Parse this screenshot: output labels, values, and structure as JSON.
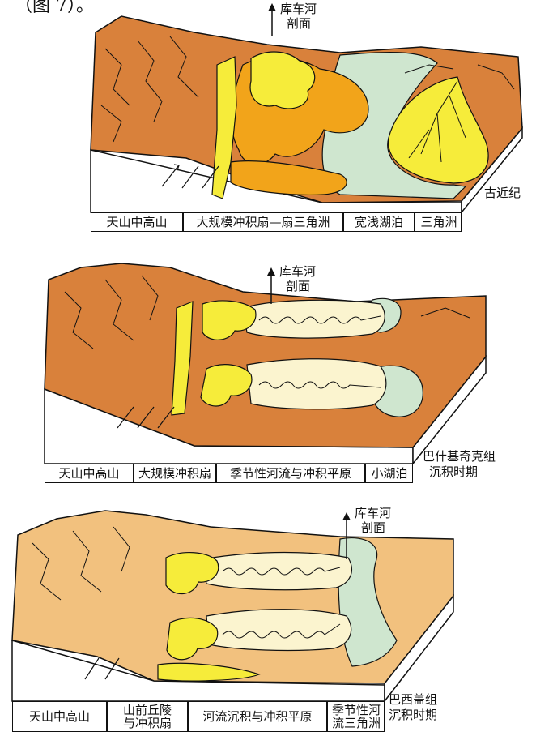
{
  "header": {
    "fragment": "（图 7）。"
  },
  "panels": [
    {
      "section_label": "库车河",
      "section_label2": "剖面",
      "age_label": "古近纪",
      "zones": [
        "天山中高山",
        "大规模冲积扇—扇三角洲",
        "宽浅湖泊",
        "三角洲"
      ]
    },
    {
      "section_label": "库车河",
      "section_label2": "剖面",
      "age_label": "巴什基奇克组",
      "age_label2": "沉积时期",
      "zones": [
        "天山中高山",
        "大规模冲积扇",
        "季节性河流与冲积平原",
        "小湖泊"
      ]
    },
    {
      "section_label": "库车河",
      "section_label2": "剖面",
      "age_label": "巴西盖组",
      "age_label2": "沉积时期",
      "zones": [
        "天山中高山",
        "山前丘陵",
        "与冲积扇",
        "河流沉积与冲积平原",
        "季节性河",
        "流三角洲"
      ]
    }
  ],
  "colors": {
    "mountain_dark": "#d9813b",
    "mountain_light": "#f2c17e",
    "fan_orange": "#f2a41a",
    "fan_yellow": "#f6ec3a",
    "lake_green": "#cfe6cf",
    "plain_cream": "#fbf4cf",
    "outline": "#111111"
  }
}
